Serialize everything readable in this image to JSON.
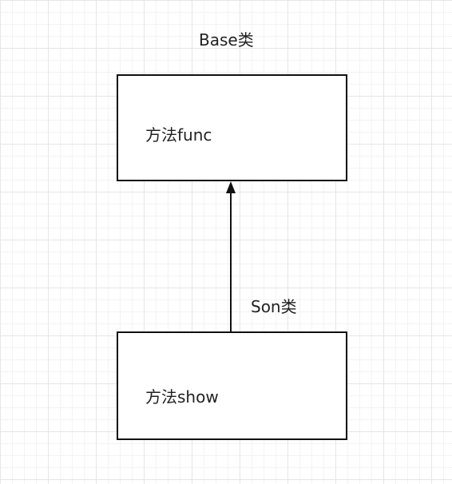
{
  "diagram": {
    "base_class": {
      "title": "Base类",
      "method": "方法func"
    },
    "son_class": {
      "title": "Son类",
      "method": "方法show"
    },
    "colors": {
      "stroke": "#111111",
      "text": "#222222",
      "grid": "#e6e6e6"
    }
  }
}
